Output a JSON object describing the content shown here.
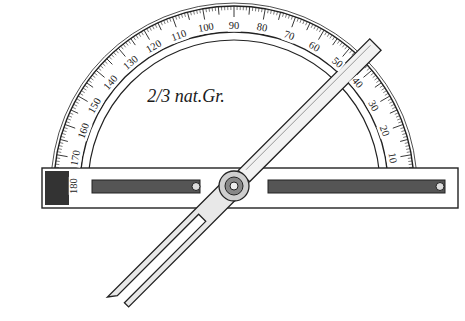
{
  "diagram": {
    "labels": [
      "180",
      "170",
      "160",
      "150",
      "140",
      "130",
      "120",
      "110",
      "100",
      "90",
      "80",
      "70",
      "60",
      "50",
      "40",
      "30",
      "20",
      "10",
      "2/3 nat.Gr."
    ]
  }
}
